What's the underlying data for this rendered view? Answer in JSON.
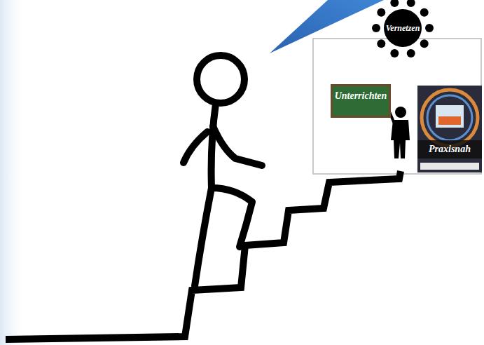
{
  "diagram": {
    "nodes": [
      {
        "text": [
          "Vernetzen"
        ]
      },
      {
        "text": [
          "Unterrichten"
        ]
      },
      {
        "text": [
          "Praxisnah"
        ]
      }
    ]
  }
}
